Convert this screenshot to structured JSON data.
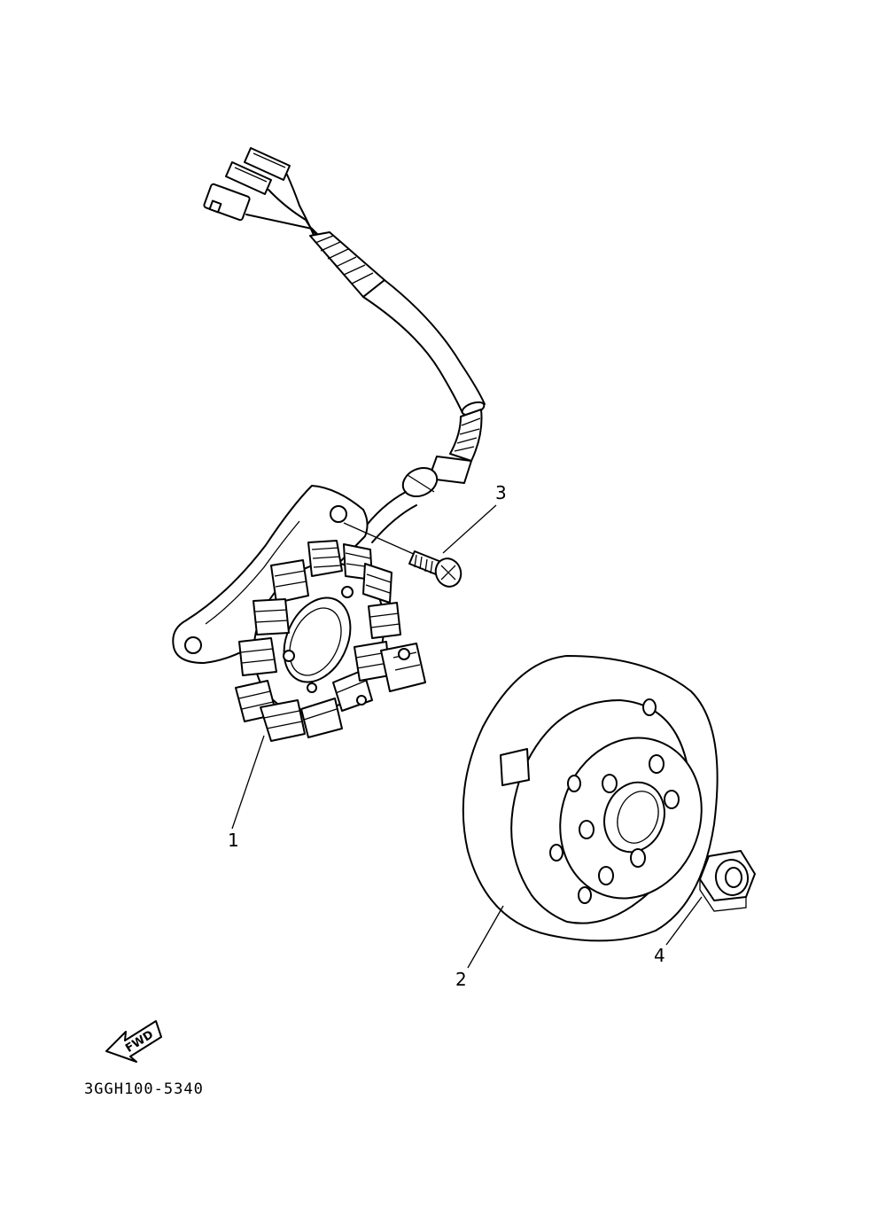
{
  "callouts": [
    {
      "id": "1",
      "text": "1"
    },
    {
      "id": "2",
      "text": "2"
    },
    {
      "id": "3",
      "text": "3"
    },
    {
      "id": "4",
      "text": "4"
    }
  ],
  "fwd_arrow": {
    "text": "FWD"
  },
  "diagram_code": "3GGH100-5340",
  "colors": {
    "ink": "#000000",
    "paper": "#ffffff"
  }
}
